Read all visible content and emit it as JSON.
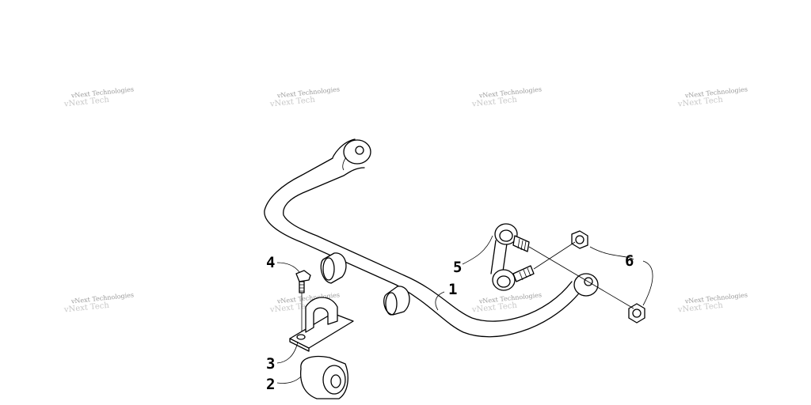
{
  "watermark": {
    "text": "vNext Technologies",
    "ghost": "vNext Tech"
  },
  "callouts": {
    "c1": "1",
    "c2": "2",
    "c3": "3",
    "c4": "4",
    "c5": "5",
    "c6": "6"
  }
}
